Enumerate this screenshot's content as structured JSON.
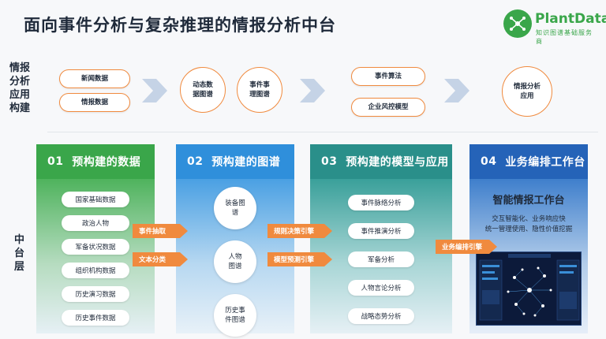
{
  "title": "面向事件分析与复杂推理的情报分析中台",
  "logo": {
    "name": "PlantData",
    "subtitle": "知识图谱基础服务商"
  },
  "side_labels": {
    "top": [
      "情报",
      "分析",
      "应用",
      "构建"
    ],
    "bottom": [
      "中",
      "台",
      "层"
    ]
  },
  "top_row": {
    "stage1": [
      "新闻数据",
      "情报数据"
    ],
    "stage2": [
      [
        "动态数",
        "据图谱"
      ],
      [
        "事件事",
        "理图谱"
      ]
    ],
    "stage3": [
      "事件算法",
      "企业风控模型"
    ],
    "stage4": [
      "情报分析",
      "应用"
    ]
  },
  "columns": [
    {
      "num": "01",
      "title": "预构建的数据"
    },
    {
      "num": "02",
      "title": "预构建的图谱"
    },
    {
      "num": "03",
      "title": "预构建的模型与应用"
    },
    {
      "num": "04",
      "title": "业务编排工作台"
    }
  ],
  "data_items": [
    "国家基础数据",
    "政治人物",
    "军备状况数据",
    "组织机构数据",
    "历史演习数据",
    "历史事件数据"
  ],
  "graph_items": [
    [
      "装备图",
      "谱"
    ],
    [
      "人物",
      "图谱"
    ],
    [
      "历史事",
      "件图谱"
    ]
  ],
  "model_items": [
    "事件脉络分析",
    "事件推演分析",
    "军备分析",
    "人物言论分析",
    "战略态势分析"
  ],
  "connectors": {
    "c1": [
      "事件抽取",
      "文本分类"
    ],
    "c2": [
      "规则决策引擎",
      "模型预测引擎"
    ],
    "c3": [
      "业务编排引擎"
    ]
  },
  "workbench": {
    "title": "智能情报工作台",
    "desc_line1": "交互智能化、业务响应快",
    "desc_line2": "统一管理使用、隐性价值挖掘"
  },
  "colors": {
    "accent": "#f08a3e",
    "green": "#3aa64a",
    "blue": "#2f8fdb",
    "teal": "#2a8f8a",
    "navy": "#2563b8"
  }
}
